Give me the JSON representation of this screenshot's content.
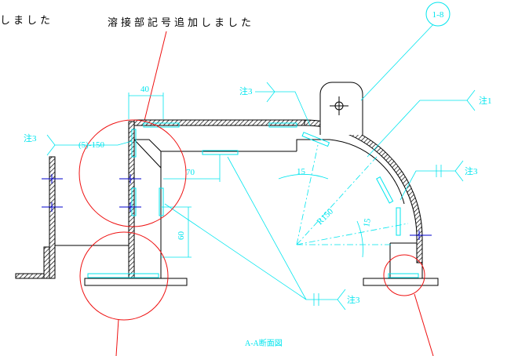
{
  "annotations": {
    "left_note": "しました",
    "weld_note": "溶接部記号追加しました"
  },
  "balloon": "1-8",
  "notes": {
    "note_top_left": "注3",
    "note_right_top": "注1",
    "note_right_mid": "注3",
    "note_left": "注3",
    "note_bottom": "注3"
  },
  "weld_spec": "(5)-150",
  "dimensions": {
    "d40": "40",
    "d70": "70",
    "d60": "60",
    "angle_upper": "15",
    "angle_lower": "15",
    "radius": "R150"
  },
  "title": "A-A断面図",
  "colors": {
    "line": "#000000",
    "dimension": "#00e5ee",
    "highlight": "#ee1111",
    "centerline": "#0000cc"
  }
}
